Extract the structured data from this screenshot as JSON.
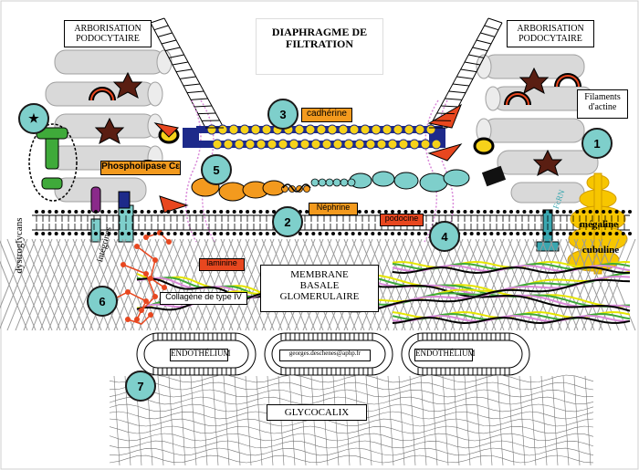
{
  "labels": {
    "arborisation_left": "ARBORISATION PODOCYTAIRE",
    "arborisation_right": "ARBORISATION PODOCYTAIRE",
    "diaphragme": "DIAPHRAGME DE FILTRATION",
    "filaments": "Filaments d'actine",
    "cadherine": "cadhérine",
    "nephrine": "Néphrine",
    "phospholipase": "Phospholipase Cε",
    "podocine": "podocine",
    "fcrn": "FcRN",
    "megaline": "mégaline",
    "cubuline": "cubuline",
    "dystroglycans": "dystroglycans",
    "integrines": "intégrines",
    "laminine": "laminine",
    "collagene": "Collagène de type IV",
    "membrane": "MEMBRANE BASALE GLOMERULAIRE",
    "endothelium_left": "ENDOTHÉLIUM",
    "endothelium_right": "ENDOTHÉLIUM",
    "email": "georges.deschenes@aphp.fr",
    "glycocalix": "GLYCOCALIX"
  },
  "markers": {
    "star": "★",
    "n1": "1",
    "n2": "2",
    "n3": "3",
    "n4": "4",
    "n5": "5",
    "n6": "6",
    "n7": "7"
  },
  "colors": {
    "teal": "#7ecfcb",
    "orange": "#f39a1e",
    "red": "#e8471f",
    "navy": "#1d2a8a",
    "yellow": "#f6d21a",
    "green": "#3faa3a",
    "pink": "#d98ad9"
  }
}
